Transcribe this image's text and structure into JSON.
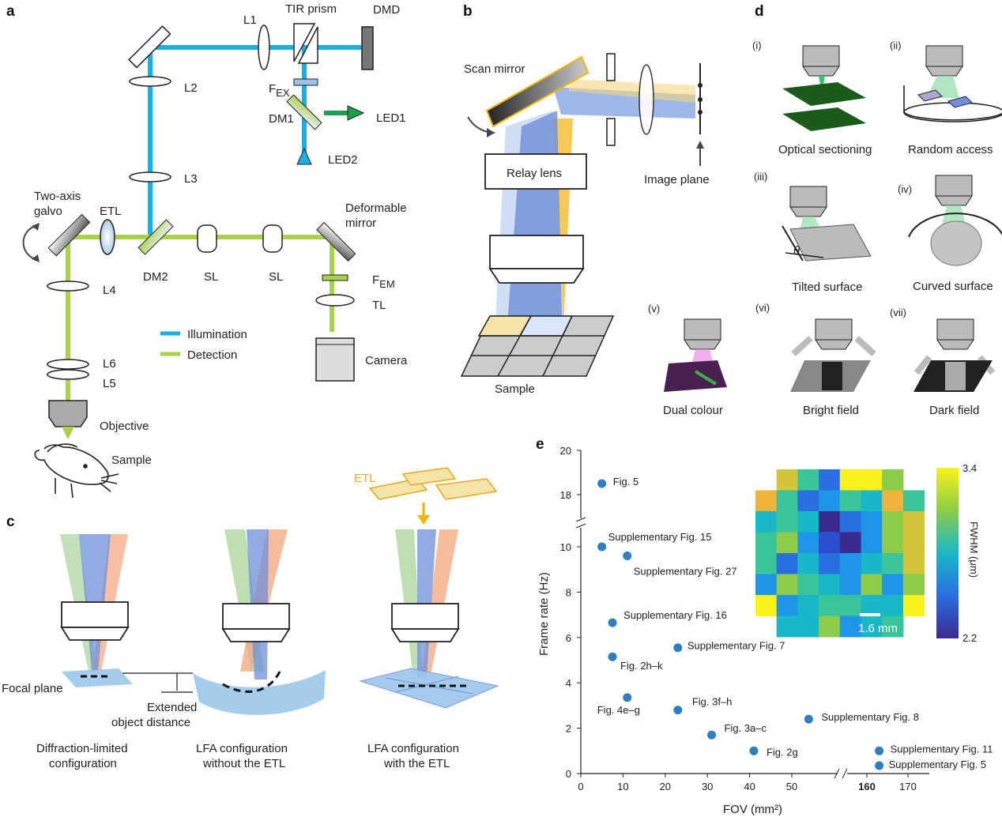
{
  "panels": {
    "a": "a",
    "b": "b",
    "c": "c",
    "d": "d",
    "e": "e"
  },
  "panel_a": {
    "L1": "L1",
    "tir": "TIR prism",
    "dmd": "DMD",
    "L2": "L2",
    "L3": "L3",
    "fex": "F",
    "fex_sub": "EX",
    "dm1": "DM1",
    "led1": "LED1",
    "led2": "LED2",
    "galvo1": "Two-axis",
    "galvo2": "galvo",
    "etl": "ETL",
    "dm2": "DM2",
    "sl1": "SL",
    "sl2": "SL",
    "defmirror1": "Deformable",
    "defmirror2": "mirror",
    "fem": "F",
    "fem_sub": "EM",
    "tl": "TL",
    "L4": "L4",
    "L6": "L6",
    "L5": "L5",
    "objective": "Objective",
    "sample": "Sample",
    "camera": "Camera",
    "legend": [
      {
        "label": "Illumination",
        "color": "#1aaee5"
      },
      {
        "label": "Detection",
        "color": "#a9d14b"
      }
    ]
  },
  "panel_b": {
    "scan": "Scan mirror",
    "relay": "Relay lens",
    "image_plane": "Image plane",
    "sample": "Sample"
  },
  "panel_c": {
    "focal": "Focal plane",
    "ext1": "Extended",
    "ext2": "object distance",
    "etl": "ETL",
    "cap1a": "Diffraction-limited",
    "cap1b": "configuration",
    "cap2a": "LFA configuration",
    "cap2b": "without the ETL",
    "cap3a": "LFA configuration",
    "cap3b": "with the ETL"
  },
  "panel_d": {
    "items": [
      {
        "num": "(i)",
        "label": "Optical sectioning"
      },
      {
        "num": "(ii)",
        "label": "Random access"
      },
      {
        "num": "(iii)",
        "label": "Tilted surface"
      },
      {
        "num": "(iv)",
        "label": "Curved surface"
      },
      {
        "num": "(v)",
        "label": "Dual colour"
      },
      {
        "num": "(vi)",
        "label": "Bright field"
      },
      {
        "num": "(vii)",
        "label": "Dark field"
      }
    ],
    "theta": "θ"
  },
  "chart_data": {
    "type": "scatter",
    "xlabel": "FOV (mm²)",
    "ylabel": "Frame rate (Hz)",
    "x_ticks": [
      "0",
      "10",
      "20",
      "30",
      "40",
      "50",
      "160",
      "170"
    ],
    "y_ticks": [
      "0",
      "2",
      "4",
      "6",
      "8",
      "10",
      "18",
      "20"
    ],
    "x_break": [
      55,
      155
    ],
    "y_break": [
      11,
      17
    ],
    "points": [
      {
        "label": "Fig. 5",
        "x": 5,
        "y": 18.5
      },
      {
        "label": "Supplementary Fig. 15",
        "x": 5,
        "y": 10.0
      },
      {
        "label": "Supplementary Fig. 27",
        "x": 11,
        "y": 9.6
      },
      {
        "label": "Supplementary Fig. 16",
        "x": 7.5,
        "y": 6.65
      },
      {
        "label": "Supplementary Fig. 7",
        "x": 23,
        "y": 5.55
      },
      {
        "label": "Fig. 2h–k",
        "x": 7.5,
        "y": 5.15
      },
      {
        "label": "Fig. 4e–g",
        "x": 11,
        "y": 3.35
      },
      {
        "label": "Fig. 3f–h",
        "x": 23,
        "y": 2.8
      },
      {
        "label": "Supplementary Fig. 8",
        "x": 54,
        "y": 2.4
      },
      {
        "label": "Fig. 3a–c",
        "x": 31,
        "y": 1.7
      },
      {
        "label": "Fig. 2g",
        "x": 41,
        "y": 1.0
      },
      {
        "label": "Supplementary Fig. 11",
        "x": 163,
        "y": 1.0
      },
      {
        "label": "Supplementary Fig. 5",
        "x": 163,
        "y": 0.35
      }
    ],
    "point_color": "#2d7fbf",
    "inset_heatmap": {
      "colorbar_label": "FWHM (μm)",
      "colorbar_max": "3.4",
      "colorbar_min": "2.2",
      "scalebar": "1.6 mm"
    }
  }
}
